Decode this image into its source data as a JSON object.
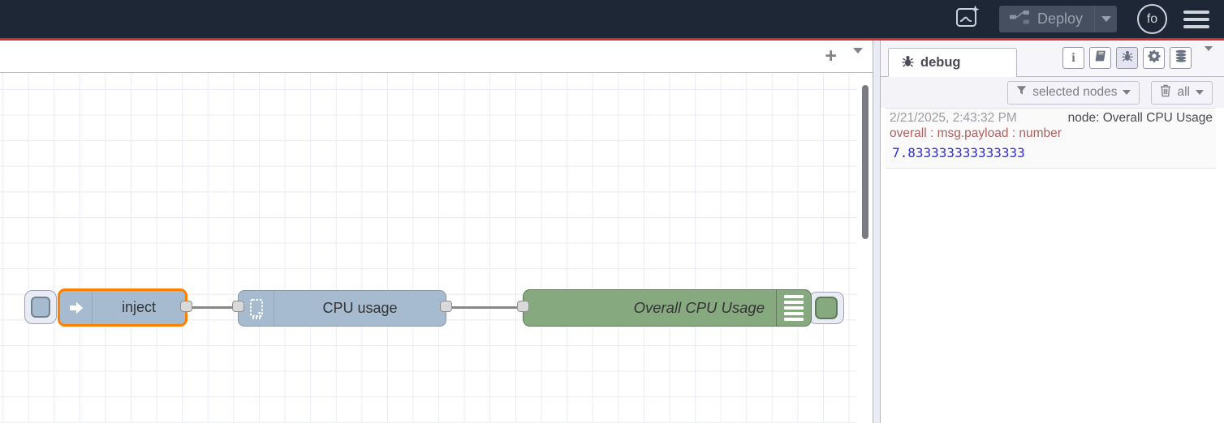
{
  "header": {
    "deploy": {
      "label": "Deploy"
    },
    "avatar": {
      "initials": "fo"
    },
    "colors": {
      "background": "#1d2735",
      "accent_line": "#d92b2b"
    }
  },
  "workspace": {
    "tabbar": {
      "plus_glyph": "+"
    }
  },
  "flow": {
    "selection_color": "#ff8000",
    "wire_color": "#888888",
    "nodes": [
      {
        "type": "inject",
        "label": "inject",
        "color": "#a6bbcf",
        "selected": true
      },
      {
        "type": "cpu",
        "label": "CPU usage",
        "color": "#a6bbcf",
        "selected": false
      },
      {
        "type": "debug",
        "label": "Overall CPU Usage",
        "color": "#87a980",
        "selected": false
      }
    ]
  },
  "sidebar": {
    "tab_label": "debug",
    "toolbar_icons": [
      "info",
      "help-book",
      "debug-bug",
      "gear",
      "context-data"
    ],
    "active_toolbar_icon": "debug-bug",
    "filter": {
      "filter_label": "selected nodes",
      "clear_label": "all"
    },
    "messages": [
      {
        "timestamp": "2/21/2025, 2:43:32 PM",
        "node": "node: Overall CPU Usage",
        "property": "overall : msg.payload : number",
        "value": "7.833333333333333",
        "property_color": "#b0605f",
        "value_color": "#2c2cdb"
      }
    ]
  }
}
